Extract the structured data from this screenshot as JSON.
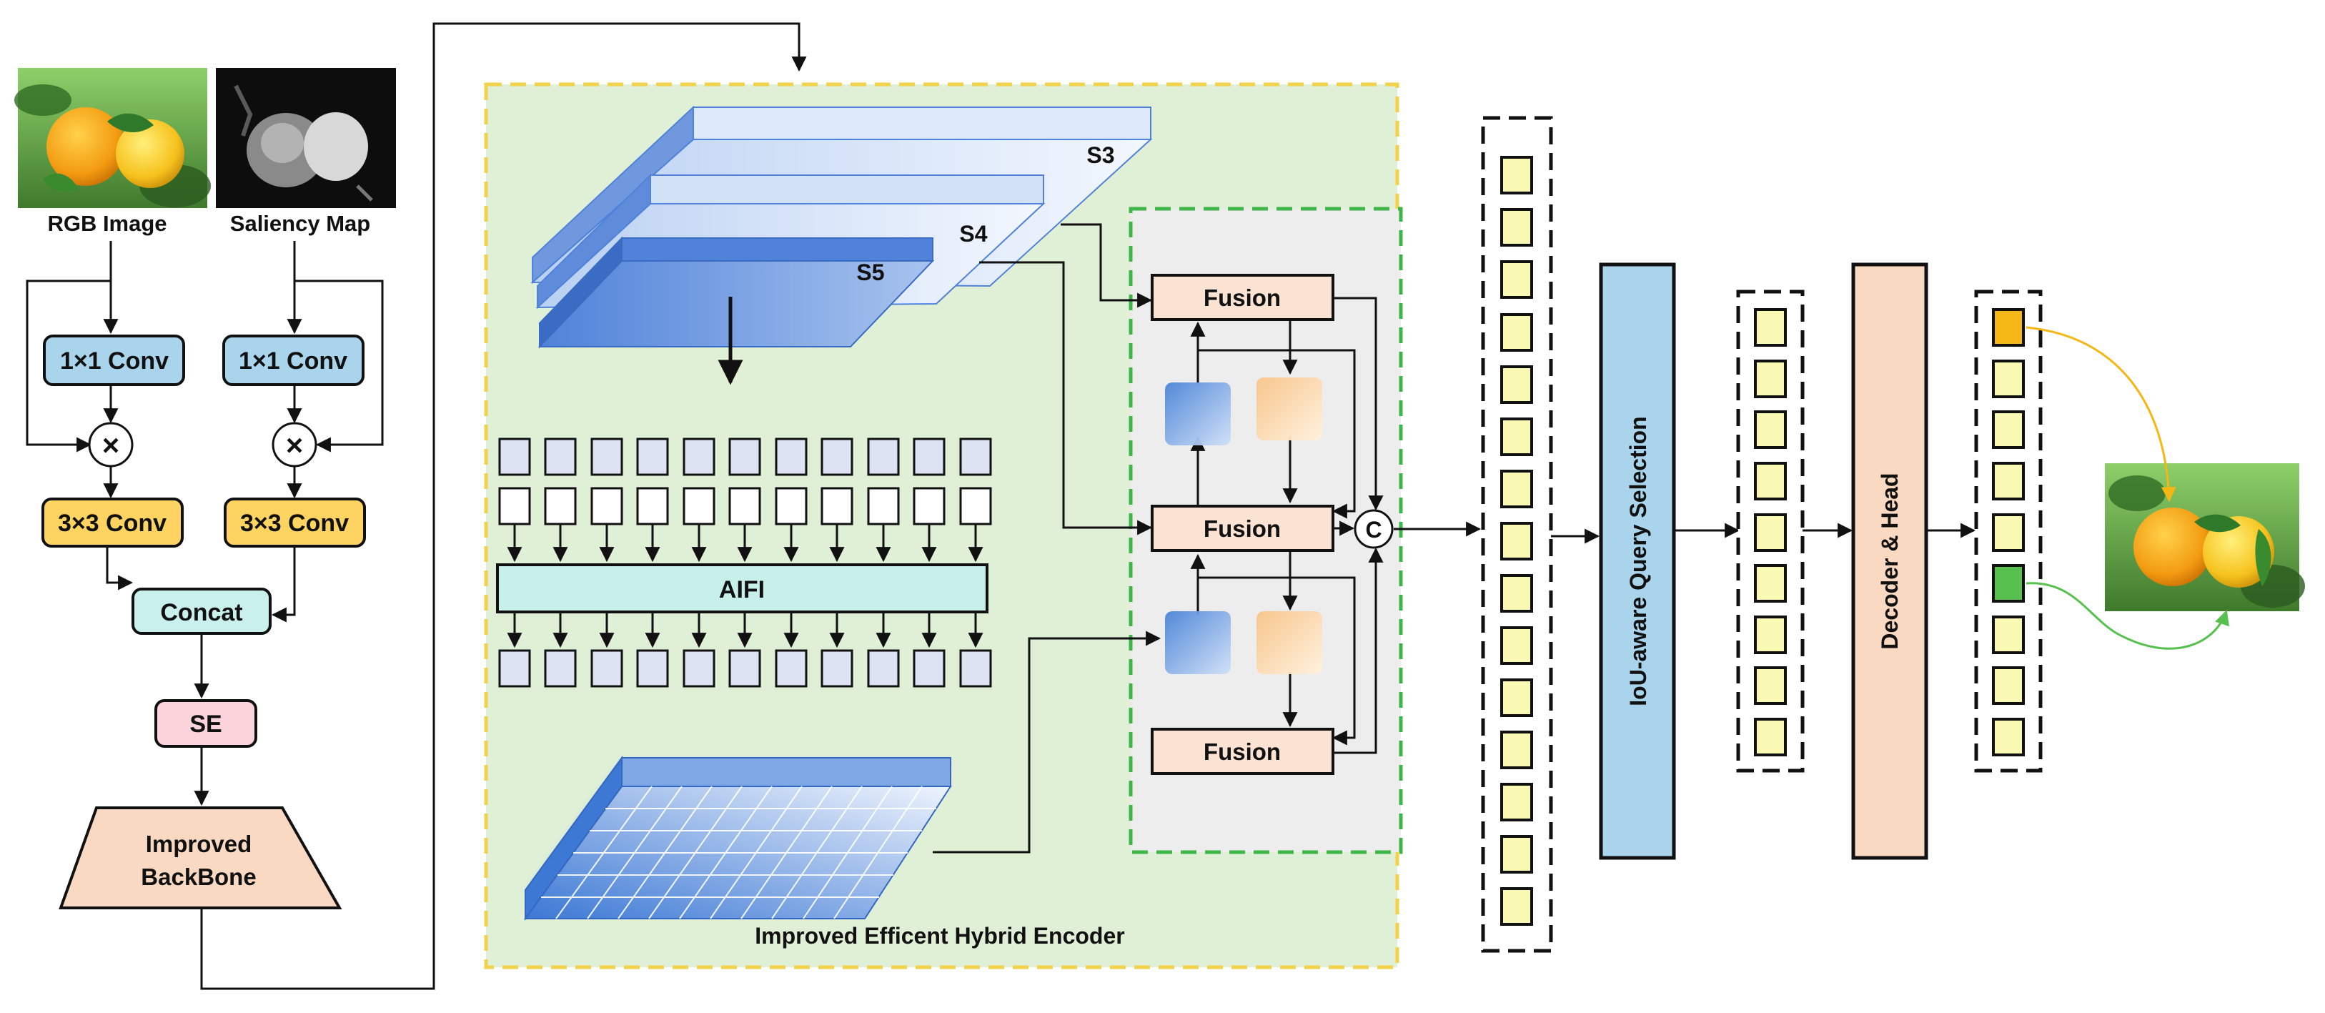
{
  "inputs": {
    "rgb_label": "RGB Image",
    "saliency_label": "Saliency Map"
  },
  "preprocess": {
    "conv1x1": "1×1 Conv",
    "conv3x3": "3×3 Conv",
    "multiply": "×",
    "concat": "Concat",
    "se": "SE",
    "backbone_line1": "Improved",
    "backbone_line2": "BackBone"
  },
  "encoder": {
    "title": "Improved Efficent Hybrid Encoder",
    "s3": "S3",
    "s4": "S4",
    "s5": "S5",
    "aifi": "AIFI",
    "fusion": "Fusion",
    "concat_symbol": "C"
  },
  "query_selection": "IoU-aware Query Selection",
  "decoder": "Decoder & Head",
  "colors": {
    "conv1x1": "#a9d4ec",
    "conv3x3": "#fdd462",
    "concat": "#c9f0ec",
    "se": "#fbd3db",
    "backbone": "#fad9c3",
    "encoder_bg": "#e0f0d6",
    "encoder_border": "#f2d24b",
    "fusion_panel": "#ededed",
    "fusion_border": "#3fb54a",
    "fusion_box": "#fbe3d3",
    "token": "#f9f9b3",
    "query_box": "#a9d4ec",
    "decoder_box": "#fad9c3",
    "highlight_orange": "#f4b716",
    "highlight_green": "#58c04f",
    "aifi_box": "#c8f0ea",
    "aifi_token": "#dde3f3"
  }
}
